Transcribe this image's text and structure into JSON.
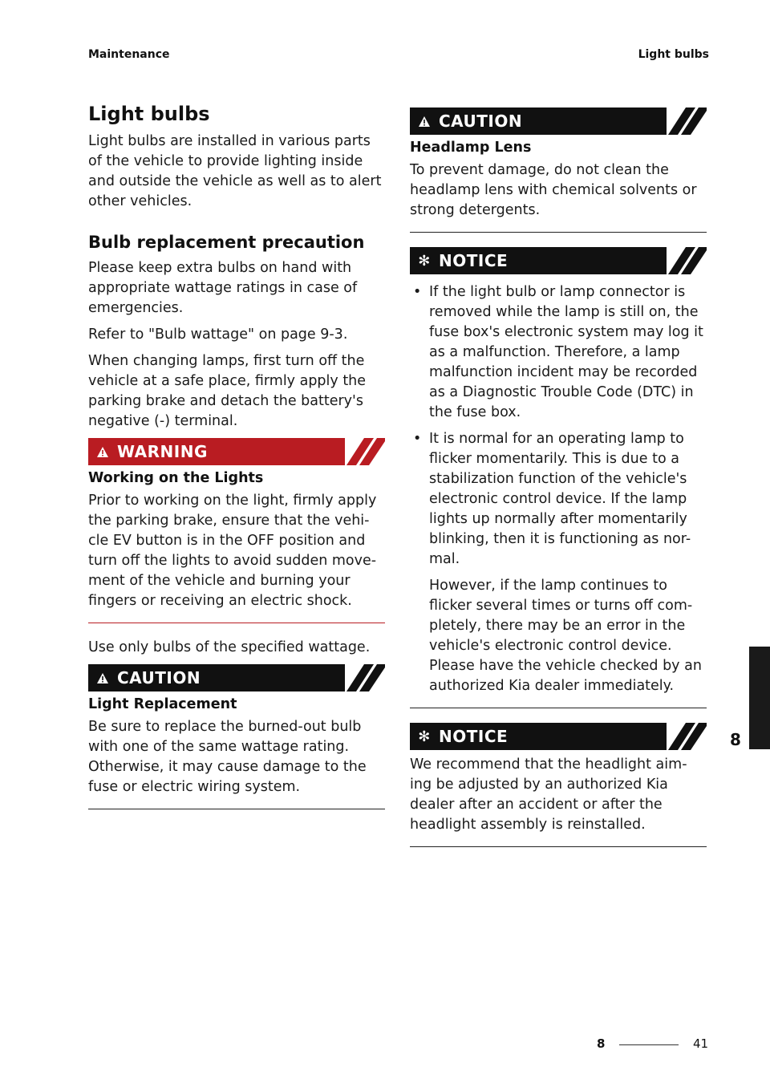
{
  "header": {
    "left": "Maintenance",
    "right": "Light bulbs"
  },
  "left": {
    "title": "Light bulbs",
    "intro": "Light bulbs are installed in various parts of the vehicle to provide lighting inside and outside the vehicle as well as to alert other vehicles.",
    "precaution_heading": "Bulb replacement precaution",
    "p1": "Please keep extra bulbs on hand with appropriate wattage ratings in case of emergencies.",
    "p2": "Refer to \"Bulb wattage\" on page 9-3.",
    "p3": "When changing lamps, first turn off the vehicle at a safe place, firmly apply the parking brake and detach the battery's negative (-) terminal.",
    "warning": {
      "label": "WARNING",
      "title": "Working on the Lights",
      "text": "Prior to working on the light, firmly apply the parking brake, ensure that the vehi-cle EV button is in the OFF position and turn off the lights to avoid sudden move-ment of the vehicle and burning your fingers or receiving an electric shock."
    },
    "wattage_note": "Use only bulbs of the specified wattage.",
    "caution": {
      "label": "CAUTION",
      "title": "Light Replacement",
      "text": "Be sure to replace the burned-out bulb with one of the same wattage rating. Otherwise, it may cause damage to the fuse or electric wiring system."
    }
  },
  "right": {
    "caution": {
      "label": "CAUTION",
      "title": "Headlamp Lens",
      "text": "To prevent damage, do not clean the headlamp lens with chemical solvents or strong detergents."
    },
    "notice1": {
      "label": "NOTICE",
      "bullets": [
        {
          "text": "If the light bulb or lamp connector is removed while the lamp is still on, the fuse box's electronic system may log it as a malfunction. Therefore, a lamp malfunction incident may be recorded as a Diagnostic Trouble Code (DTC) in the fuse box."
        },
        {
          "text": "It is normal for an operating lamp to flicker momentarily. This is due to a stabilization function of the vehicle's electronic control device. If the lamp lights up normally after momentarily blinking, then it is functioning as nor-mal.",
          "sub": "However, if the lamp continues to flicker several times or turns off com-pletely, there may be an error in the vehicle's electronic control device. Please have the vehicle checked by an authorized Kia dealer immediately."
        }
      ]
    },
    "notice2": {
      "label": "NOTICE",
      "text": "We recommend that the headlight aim-ing be adjusted by an authorized Kia dealer after an accident or after the headlight assembly is reinstalled."
    }
  },
  "side_tab": "8",
  "footer": {
    "chapter": "8",
    "page": "41"
  },
  "colors": {
    "warning": "#b91c22",
    "banner": "#111111",
    "text": "#1a1a1a"
  },
  "icons": {
    "warning": "warning-triangle-icon",
    "caution": "warning-triangle-icon",
    "notice": "asterisk-icon"
  }
}
